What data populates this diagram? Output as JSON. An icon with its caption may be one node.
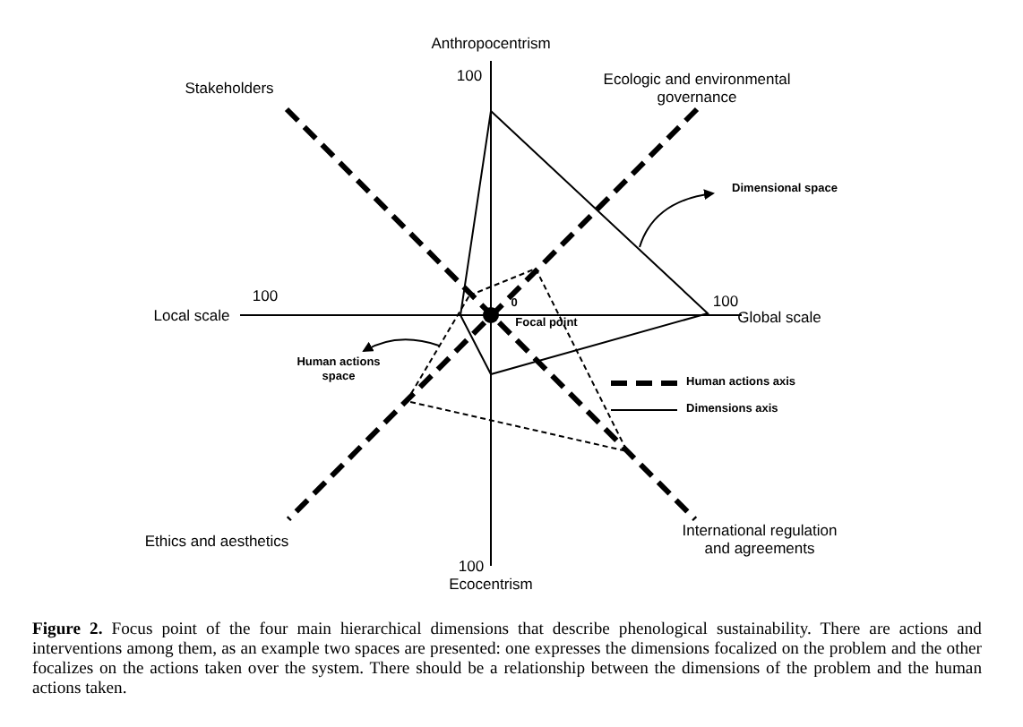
{
  "diagram": {
    "caption": "**Figure 2.** Focus point of the four main hierarchical dimensions that describe phenological sustainability. There are actions and interventions among them, as an example two spaces are presented: one expresses the dimensions focalized on the problem and the other focalizes on the actions taken over the system. There should be a relationship between the dimensions of the problem and the human actions taken.",
    "nodes": [
      {
        "text": [
          "Dimensional space"
        ]
      },
      {
        "text": [],
        "shape": "polygon"
      },
      {
        "text": [
          "Human actions space"
        ]
      },
      {
        "text": [],
        "shape": "polygon"
      }
    ],
    "edges": [
      {
        "from": 1,
        "to": 0,
        "arrow": "to"
      },
      {
        "from": 3,
        "to": 2,
        "arrow": "to"
      }
    ],
    "labels": [
      "Anthropocentrism",
      "100",
      "Stakeholders",
      "Ecologic and environmental governance",
      "100",
      "Local scale",
      "0",
      "100",
      "Global scale",
      "Focal point",
      "Ethics and aesthetics",
      "International regulation and agreements",
      "100",
      "Ecocentrism"
    ],
    "legend": [
      {
        "text": "Human actions axis"
      },
      {
        "text": "Dimensions axis"
      }
    ]
  }
}
